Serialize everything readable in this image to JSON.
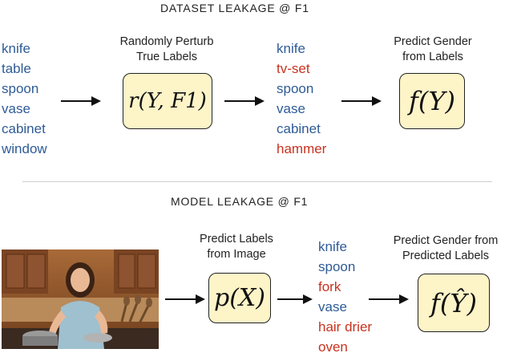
{
  "dataset": {
    "title": "DATASET LEAKAGE @ F1",
    "true_labels": [
      "knife",
      "table",
      "spoon",
      "vase",
      "cabinet",
      "window"
    ],
    "perturb_caption_1": "Randomly Perturb",
    "perturb_caption_2": "True Labels",
    "perturb_formula": "r(Y, F1)",
    "perturbed_labels": [
      {
        "text": "knife",
        "color": "blue"
      },
      {
        "text": "tv-set",
        "color": "red"
      },
      {
        "text": "spoon",
        "color": "blue"
      },
      {
        "text": "vase",
        "color": "blue"
      },
      {
        "text": "cabinet",
        "color": "blue"
      },
      {
        "text": "hammer",
        "color": "red"
      }
    ],
    "gender_caption_1": "Predict Gender",
    "gender_caption_2": "from Labels",
    "gender_formula": "f(Y)"
  },
  "model": {
    "title": "MODEL LEAKAGE @ F1",
    "image_alt": "woman cooking in kitchen",
    "predict_caption_1": "Predict Labels",
    "predict_caption_2": "from Image",
    "predict_formula": "p(X)",
    "predicted_labels": [
      {
        "text": "knife",
        "color": "blue"
      },
      {
        "text": "spoon",
        "color": "blue"
      },
      {
        "text": "fork",
        "color": "red"
      },
      {
        "text": "vase",
        "color": "blue"
      },
      {
        "text": "hair drier",
        "color": "red"
      },
      {
        "text": "oven",
        "color": "red"
      }
    ],
    "gender_caption_1": "Predict Gender from",
    "gender_caption_2": "Predicted Labels",
    "gender_formula": "f(Ŷ)"
  },
  "colors": {
    "blue": "#2e5b97",
    "red": "#c8321f",
    "box_fill": "#fdf4c8"
  }
}
